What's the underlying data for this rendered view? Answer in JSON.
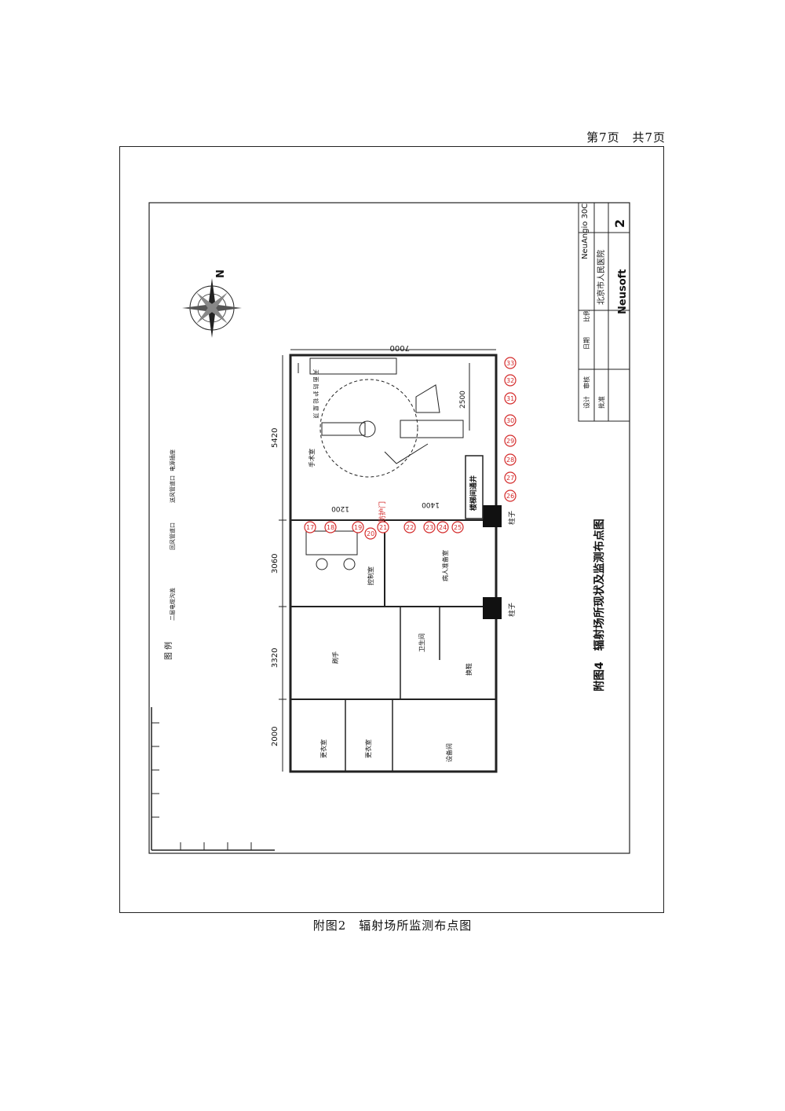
{
  "header": {
    "page_label": "第7页",
    "total_label": "共7页"
  },
  "caption": "附图2　辐射场所监测布点图",
  "drawing": {
    "title_block": {
      "model": "NeuAngio 30C",
      "project": "北京市人民医院",
      "sheet_no": "2",
      "brand": "Neusoft",
      "rows": [
        "设计",
        "审核",
        "批准",
        "日期",
        "比例"
      ]
    },
    "vertical_title": "附图4　辐射场所现状及监测布点图",
    "compass_label": "N",
    "dimensions": {
      "width": "7000",
      "d1": "5420",
      "d2": "3060",
      "d3": "3320",
      "d4": "2000",
      "d5": "2500",
      "d6": "1400",
      "d7": "1200"
    },
    "rooms": {
      "operating": "手术室",
      "control": "控制室",
      "prep": "病人准备室",
      "wash": "刷手",
      "toilet": "卫生间",
      "corridor": "换鞋",
      "changing1": "更衣室",
      "changing2": "更衣室",
      "equipment": "设备间",
      "shaft": "楼梯间通井",
      "pillar1": "柱子",
      "pillar2": "柱子",
      "shield_door": "防护门",
      "ceiling_label": "天 面 防 护 铅 屋 顶"
    },
    "legend": {
      "title": "图 例",
      "items": [
        "二层电缆沟盖",
        "回风管道口",
        "送风管道口",
        "电源插座"
      ]
    },
    "monitoring_points": [
      "17",
      "18",
      "19",
      "20",
      "21",
      "22",
      "23",
      "24",
      "25",
      "26",
      "27",
      "28",
      "29",
      "30",
      "31",
      "32",
      "33"
    ]
  }
}
